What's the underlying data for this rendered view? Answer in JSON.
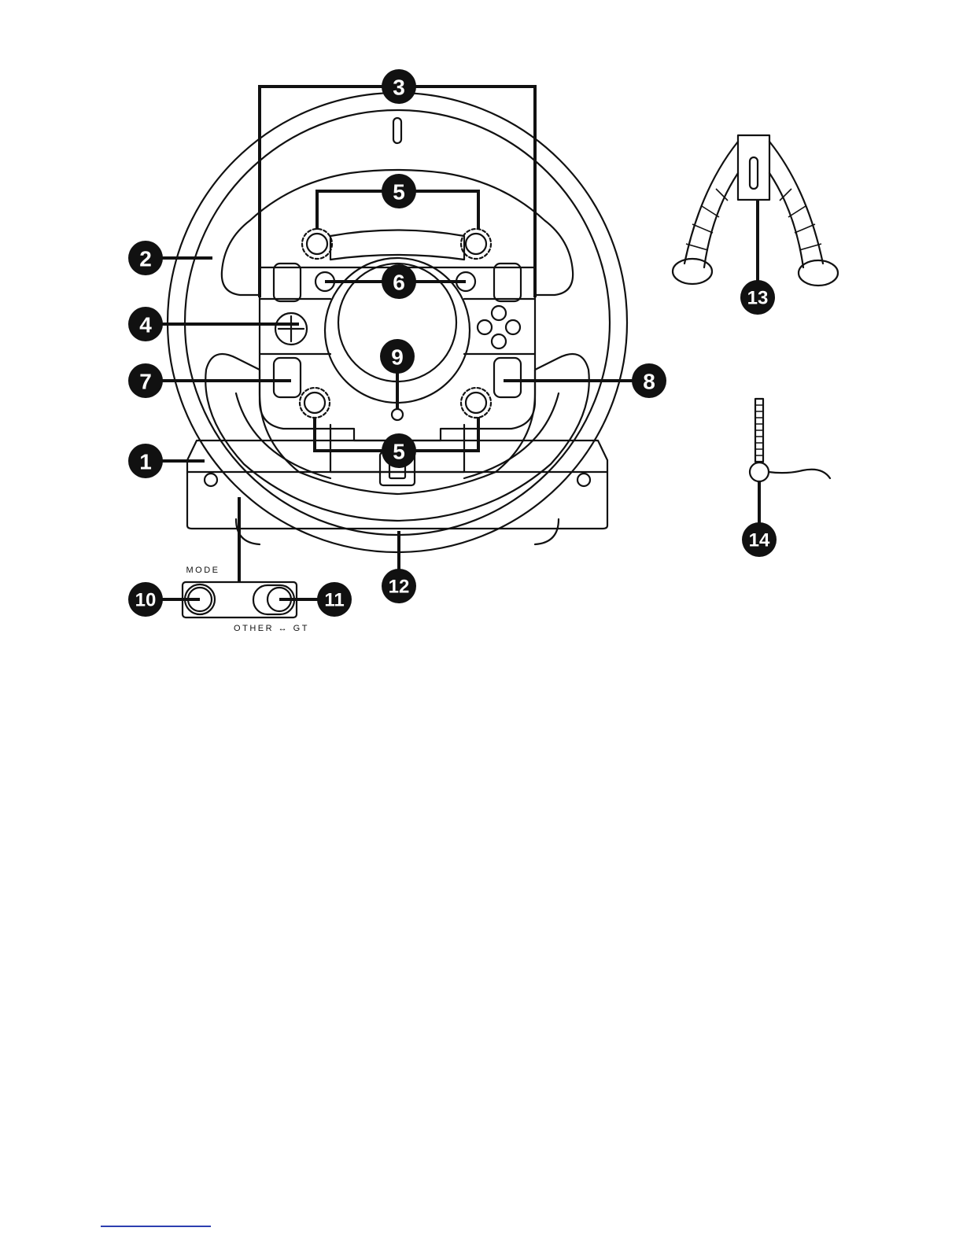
{
  "callouts": {
    "c1": "1",
    "c2": "2",
    "c3": "3",
    "c4": "4",
    "c5_top": "5",
    "c5_bottom": "5",
    "c6": "6",
    "c7": "7",
    "c8": "8",
    "c9": "9",
    "c10": "10",
    "c11": "11",
    "c12": "12",
    "c13": "13",
    "c14": "14"
  },
  "panel": {
    "mode_label": "MODE",
    "switch_label": "OTHER ↔ GT"
  },
  "colors": {
    "ink": "#111111",
    "footer_rule": "#2d3fb0"
  }
}
